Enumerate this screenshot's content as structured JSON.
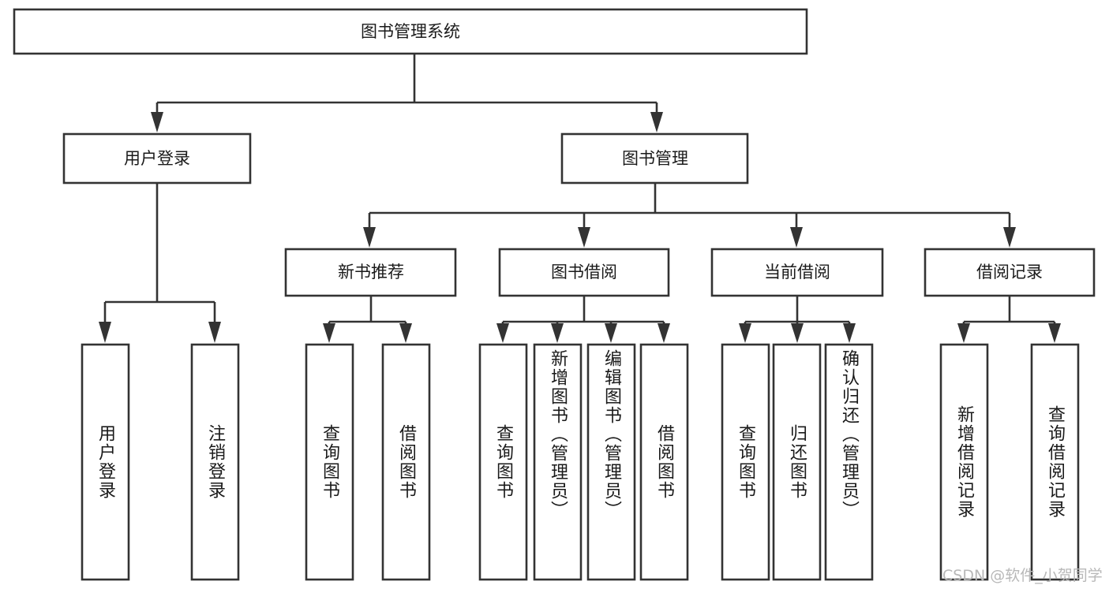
{
  "diagram": {
    "type": "tree",
    "title": "图书管理系统",
    "colors": {
      "box_stroke": "#333333",
      "box_fill": "#ffffff",
      "text": "#1a1a1a",
      "background": "#ffffff",
      "watermark": "#b8b8b8"
    },
    "root": {
      "label": "图书管理系统"
    },
    "level2": [
      {
        "label": "用户登录"
      },
      {
        "label": "图书管理"
      }
    ],
    "level3": [
      {
        "label": "新书推荐"
      },
      {
        "label": "图书借阅"
      },
      {
        "label": "当前借阅"
      },
      {
        "label": "借阅记录"
      }
    ],
    "leaves": {
      "user_login": [
        {
          "label": "用户登录"
        },
        {
          "label": "注销登录"
        }
      ],
      "new_book_recommend": [
        {
          "label": "查询图书"
        },
        {
          "label": "借阅图书"
        }
      ],
      "book_borrow": [
        {
          "label": "查询图书"
        },
        {
          "label": "新增图书（管理员）"
        },
        {
          "label": "编辑图书（管理员）"
        },
        {
          "label": "借阅图书"
        }
      ],
      "current_borrow": [
        {
          "label": "查询图书"
        },
        {
          "label": "归还图书"
        },
        {
          "label": "确认归还（管理员）"
        }
      ],
      "borrow_record": [
        {
          "label": "新增借阅记录"
        },
        {
          "label": "查询借阅记录"
        }
      ]
    }
  },
  "watermark": {
    "text": "CSDN @软件_小贺同学"
  }
}
